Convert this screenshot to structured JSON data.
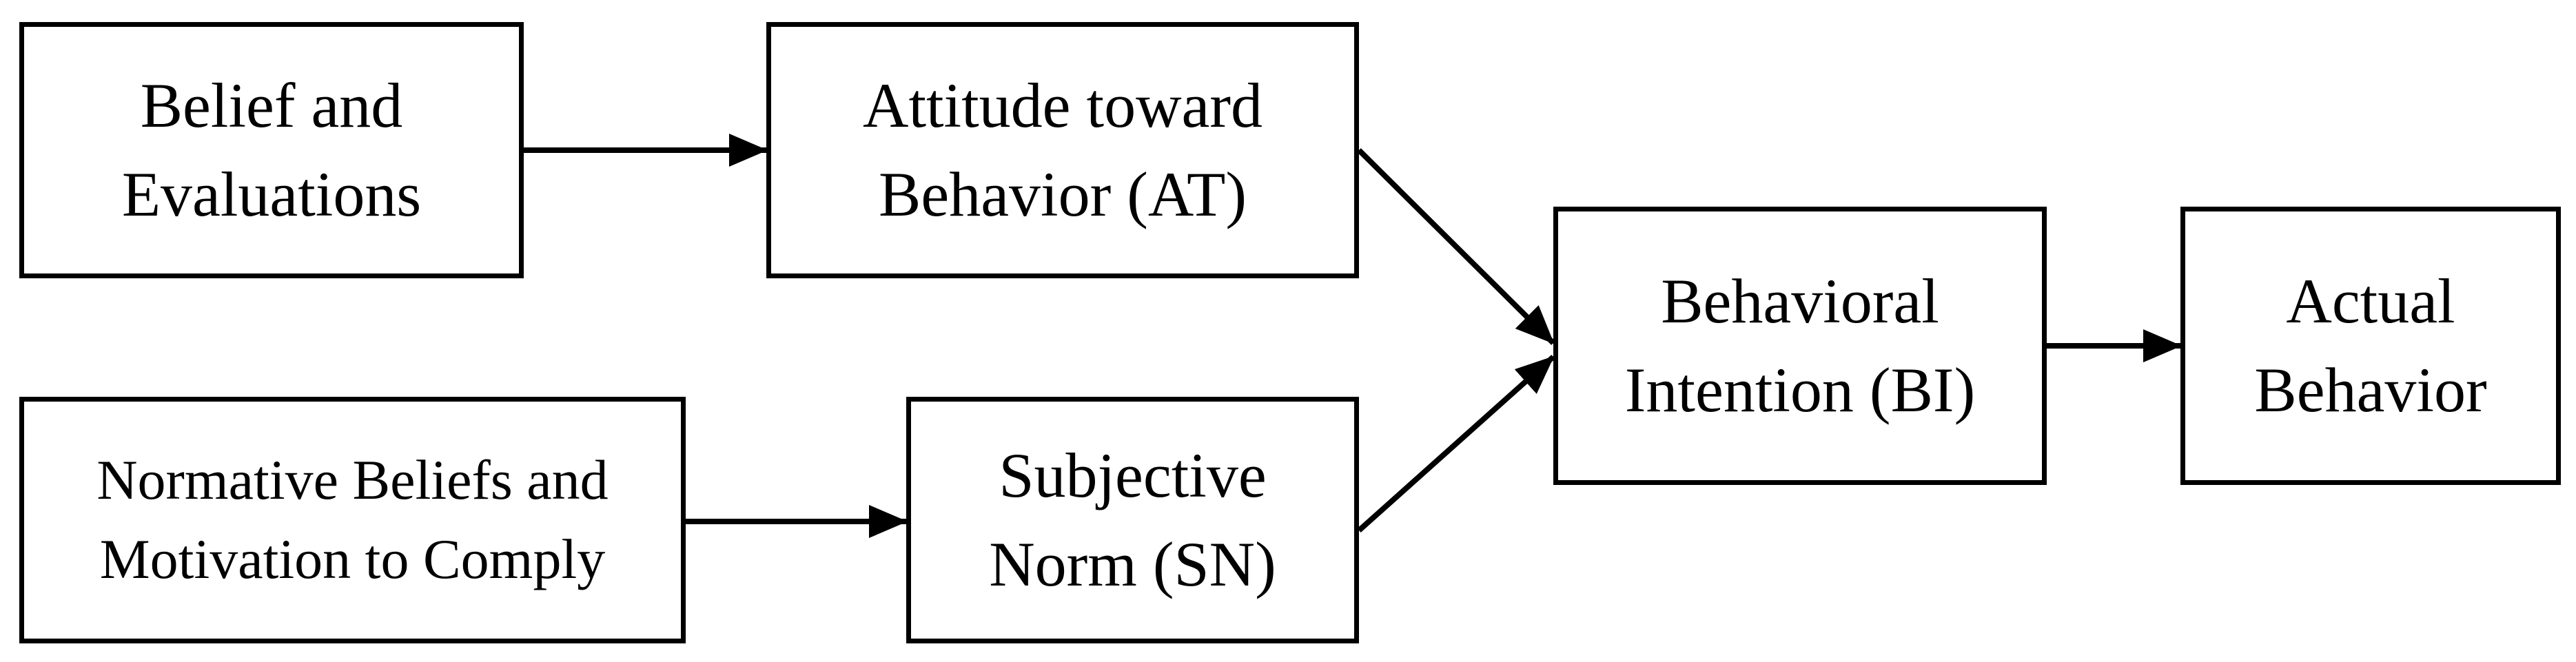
{
  "nodes": {
    "belief": {
      "lines": [
        "Belief and",
        "Evaluations"
      ]
    },
    "attitude": {
      "lines": [
        "Attitude toward",
        "Behavior (AT)"
      ]
    },
    "normative": {
      "lines": [
        "Normative Beliefs and",
        "Motivation to Comply"
      ]
    },
    "subjective": {
      "lines": [
        "Subjective",
        "Norm (SN)"
      ]
    },
    "intention": {
      "lines": [
        "Behavioral",
        "Intention (BI)"
      ]
    },
    "actual": {
      "lines": [
        "Actual",
        "Behavior"
      ]
    }
  },
  "edges": [
    {
      "from": "belief",
      "to": "attitude"
    },
    {
      "from": "normative",
      "to": "subjective"
    },
    {
      "from": "attitude",
      "to": "intention"
    },
    {
      "from": "subjective",
      "to": "intention"
    },
    {
      "from": "intention",
      "to": "actual"
    }
  ]
}
